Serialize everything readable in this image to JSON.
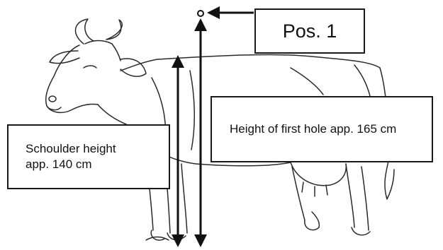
{
  "labels": {
    "position": "Pos. 1",
    "hole_height": "Height of first hole app. 165 cm",
    "shoulder_line1": "Schoulder height",
    "shoulder_line2": "app. 140 cm"
  },
  "icons": [
    "cow-illustration",
    "vertical-double-arrow",
    "pointer-arrow",
    "hole-marker-circle"
  ],
  "colors": {
    "line": "#1a1a1a",
    "background": "#ffffff"
  }
}
